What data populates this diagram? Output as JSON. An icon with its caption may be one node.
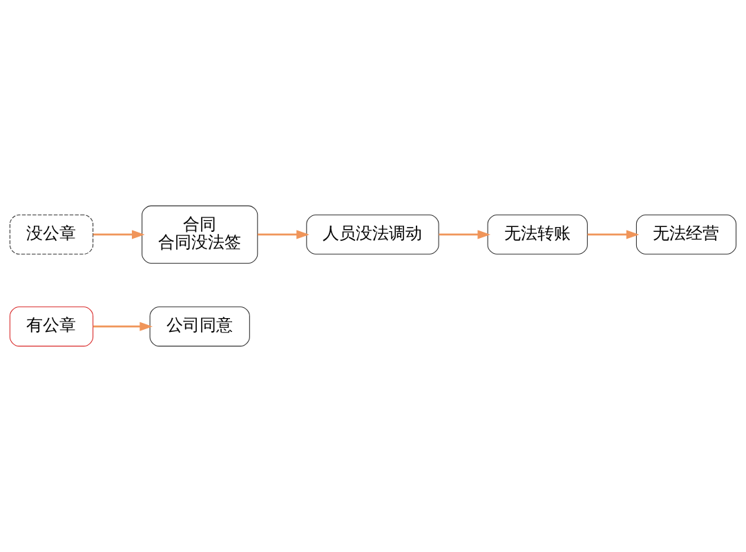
{
  "diagram": {
    "nodes": [
      {
        "text": [
          "有公章"
        ]
      },
      {
        "text": [
          "公司同意"
        ]
      },
      {
        "text": [
          "没公章"
        ]
      },
      {
        "text": [
          "合同",
          "合同没法签"
        ]
      },
      {
        "text": [
          "人员没法调动"
        ]
      },
      {
        "text": [
          "无法转账"
        ]
      },
      {
        "text": [
          "无法经营"
        ]
      }
    ],
    "edges": [
      {
        "from": 0,
        "to": 1,
        "arrow": "to"
      },
      {
        "from": 2,
        "to": 3,
        "arrow": "to"
      },
      {
        "from": 3,
        "to": 4,
        "arrow": "to"
      },
      {
        "from": 4,
        "to": 5,
        "arrow": "to"
      },
      {
        "from": 5,
        "to": 6,
        "arrow": "to"
      }
    ]
  }
}
